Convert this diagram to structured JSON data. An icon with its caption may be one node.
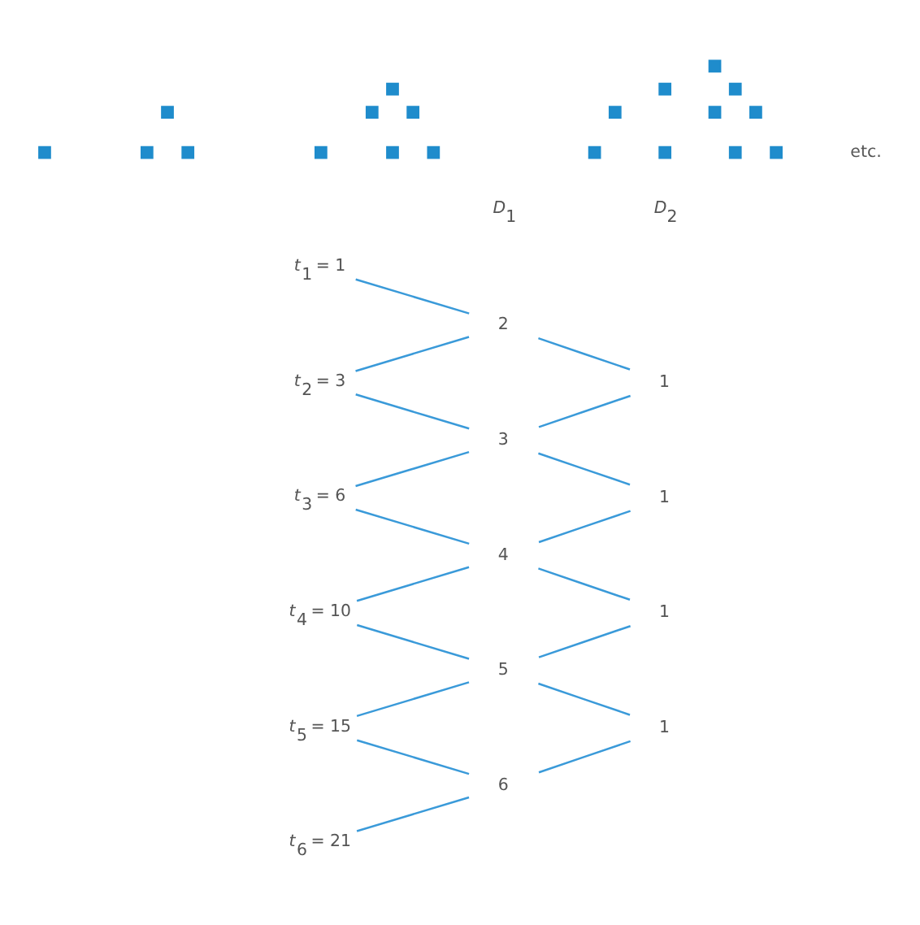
{
  "diagram": {
    "nodes": [
      {
        "text": [],
        "shape": "box"
      },
      {
        "text": [],
        "shape": "box"
      },
      {
        "text": [],
        "shape": "box"
      },
      {
        "text": [],
        "shape": "box"
      },
      {
        "text": [],
        "shape": "box"
      },
      {
        "text": [],
        "shape": "box"
      },
      {
        "text": [],
        "shape": "box"
      },
      {
        "text": [],
        "shape": "box"
      },
      {
        "text": [],
        "shape": "box"
      },
      {
        "text": [],
        "shape": "box"
      },
      {
        "text": [],
        "shape": "box"
      },
      {
        "text": [],
        "shape": "box"
      },
      {
        "text": [],
        "shape": "box"
      },
      {
        "text": [],
        "shape": "box"
      },
      {
        "text": [],
        "shape": "box"
      },
      {
        "text": [],
        "shape": "box"
      },
      {
        "text": [],
        "shape": "box"
      },
      {
        "text": [],
        "shape": "box"
      },
      {
        "text": [],
        "shape": "box"
      },
      {
        "text": [],
        "shape": "box"
      },
      {
        "text": [
          "*t*$_{1}$ = 1"
        ]
      },
      {
        "text": [
          "2"
        ]
      },
      {
        "text": [
          "*t*$_{2}$ = 3"
        ]
      },
      {
        "text": [
          "1"
        ]
      },
      {
        "text": [
          "3"
        ]
      },
      {
        "text": [
          "*t*$_{3}$ = 6"
        ]
      },
      {
        "text": [
          "1"
        ]
      },
      {
        "text": [
          "4"
        ]
      },
      {
        "text": [
          "*t*$_{4}$ = 10"
        ]
      },
      {
        "text": [
          "1"
        ]
      },
      {
        "text": [
          "5"
        ]
      },
      {
        "text": [
          "*t*$_{5}$ = 15"
        ]
      },
      {
        "text": [
          "1"
        ]
      },
      {
        "text": [
          "6"
        ]
      },
      {
        "text": [
          "*t*$_{6}$ = 21"
        ]
      }
    ],
    "edges": [
      {
        "from": 20,
        "to": 21,
        "arrow": "none"
      },
      {
        "from": 22,
        "to": 21,
        "arrow": "none"
      },
      {
        "from": 21,
        "to": 23,
        "arrow": "none"
      },
      {
        "from": 22,
        "to": 24,
        "arrow": "none"
      },
      {
        "from": 24,
        "to": 23,
        "arrow": "none"
      },
      {
        "from": 25,
        "to": 24,
        "arrow": "none"
      },
      {
        "from": 24,
        "to": 26,
        "arrow": "none"
      },
      {
        "from": 25,
        "to": 27,
        "arrow": "none"
      },
      {
        "from": 27,
        "to": 26,
        "arrow": "none"
      },
      {
        "from": 28,
        "to": 27,
        "arrow": "none"
      },
      {
        "from": 27,
        "to": 29,
        "arrow": "none"
      },
      {
        "from": 28,
        "to": 30,
        "arrow": "none"
      },
      {
        "from": 30,
        "to": 29,
        "arrow": "none"
      },
      {
        "from": 31,
        "to": 30,
        "arrow": "none"
      },
      {
        "from": 30,
        "to": 32,
        "arrow": "none"
      },
      {
        "from": 31,
        "to": 33,
        "arrow": "none"
      },
      {
        "from": 33,
        "to": 32,
        "arrow": "none"
      },
      {
        "from": 34,
        "to": 33,
        "arrow": "none"
      }
    ],
    "labels": [
      "etc.",
      "*D*$_{1}$",
      "*D*$_{2}$"
    ]
  }
}
